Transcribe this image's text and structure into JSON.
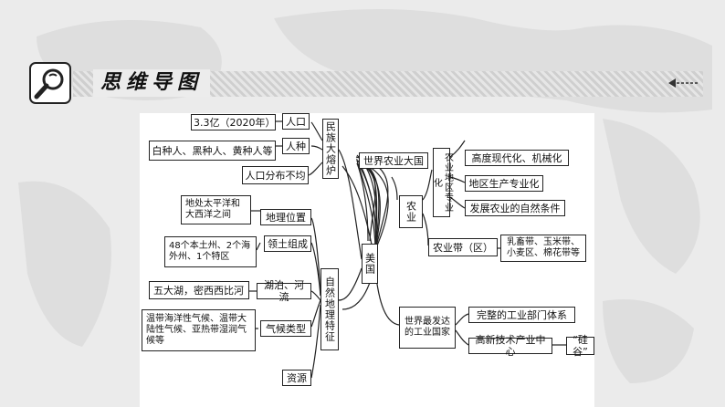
{
  "header": {
    "title": "思维导图"
  },
  "mindmap": {
    "center": "美国",
    "left": {
      "nation": {
        "label": "民族大熔炉",
        "population": {
          "label": "人口",
          "value": "3.3亿（2020年）"
        },
        "race": {
          "label": "人种",
          "value": "白种人、黑种人、黄种人等"
        },
        "distribution": "人口分布不均"
      },
      "nature": {
        "label": "自然地理特征",
        "location": {
          "label": "地理位置",
          "value": "地处太平洋和大西洋之间"
        },
        "territory": {
          "label": "领土组成",
          "value": "48个本土州、2个海外州、1个特区"
        },
        "lakes": {
          "label": "湖泊、河流",
          "value": "五大湖，密西西比河"
        },
        "climate": {
          "label": "气候类型",
          "value": "温带海洋性气候、温带大陆性气候、亚热带湿润气候等"
        },
        "resources": "资源"
      }
    },
    "right": {
      "agri": {
        "label": "世界农业大国",
        "node": "农业",
        "specialization": {
          "label": "农业地区专业化",
          "items": [
            "高度现代化、机械化",
            "地区生产专业化",
            "发展农业的自然条件"
          ]
        },
        "belt": {
          "label": "农业带（区）",
          "value": "乳畜带、玉米带、小麦区、棉花带等"
        }
      },
      "industry": {
        "label": "世界最发达的工业国家",
        "system": "完整的工业部门体系",
        "hightech": "高新技术产业中心",
        "silicon": "“硅谷”"
      }
    }
  }
}
